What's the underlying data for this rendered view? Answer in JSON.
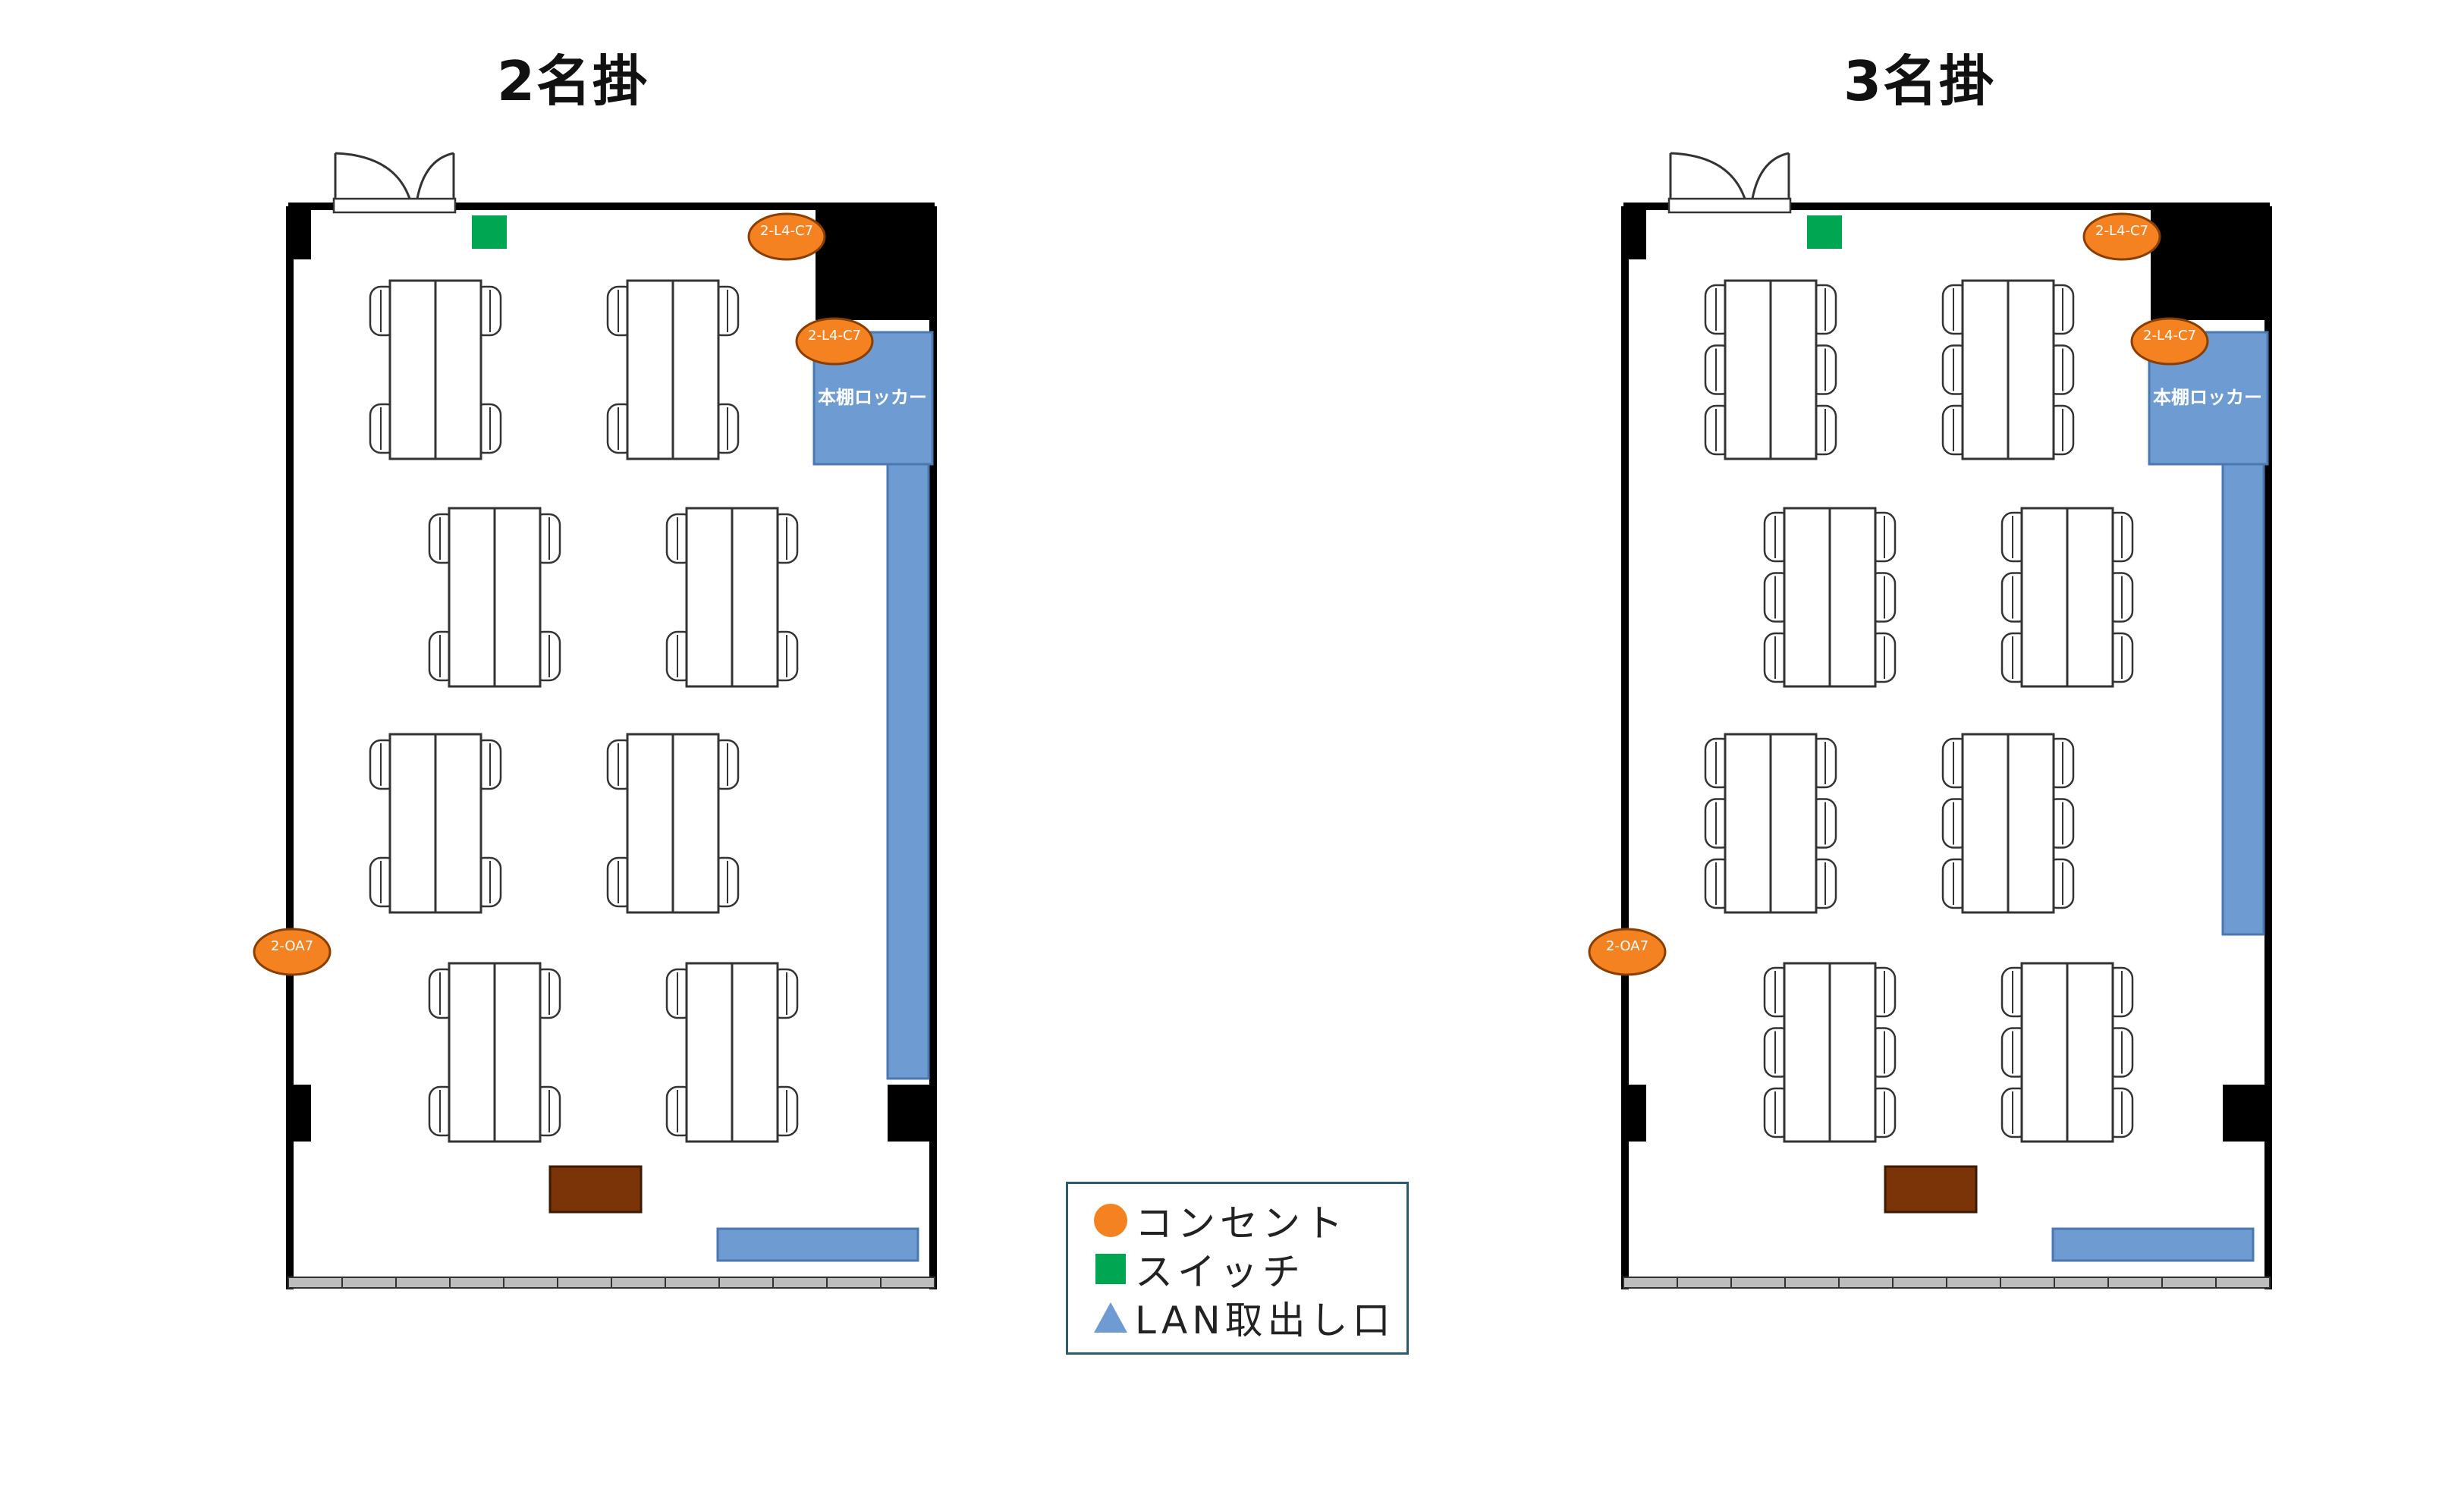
{
  "plans": [
    {
      "title": "2名掛",
      "cabinet_label": "本棚ロッカー",
      "outlet_labels": [
        "2-L4-C7",
        "2-L4-C7",
        "2-OA7"
      ]
    },
    {
      "title": "3名掛",
      "cabinet_label": "本棚ロッカー",
      "outlet_labels": [
        "2-L4-C7",
        "2-L4-C7",
        "2-OA7"
      ]
    }
  ],
  "legend": {
    "items": [
      {
        "icon": "orange-circle-icon",
        "label": "コンセント",
        "color": "#f58220"
      },
      {
        "icon": "green-square-icon",
        "label": "スイッチ",
        "color": "#00a651"
      },
      {
        "icon": "blue-triangle-icon",
        "label": "LAN取出し口",
        "color": "#6e9bd1"
      }
    ]
  },
  "colors": {
    "wall": "#000000",
    "furniture": "#6e9bd1",
    "furniture_stroke": "#4a78b0",
    "podium": "#7b3308",
    "outlet": "#f58220",
    "switch": "#00a651"
  }
}
